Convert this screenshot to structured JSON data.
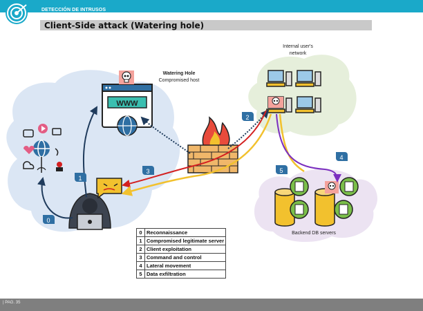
{
  "header": {
    "section": "DETECCIÓN DE INTRUSOS",
    "title": "Client-Side attack (Watering hole)"
  },
  "diagram": {
    "watering_hole_title": "Watering Hole",
    "watering_hole_subtitle": "Compromised host",
    "network_label_line1": "Internal user's",
    "network_label_line2": "network",
    "db_label": "Backend DB servers",
    "website_text": "WWW",
    "step_badges": [
      "0",
      "1",
      "2",
      "3",
      "4",
      "5"
    ]
  },
  "legend": [
    {
      "num": "0",
      "label": "Reconnaissance"
    },
    {
      "num": "1",
      "label": "Compromised legitimate server"
    },
    {
      "num": "2",
      "label": "Client exploitation"
    },
    {
      "num": "3",
      "label": "Command and control"
    },
    {
      "num": "4",
      "label": "Lateral movement"
    },
    {
      "num": "5",
      "label": "Data exfiltration"
    }
  ],
  "footer": {
    "page": "| PAG.  35"
  },
  "colors": {
    "header": "#1aa9c9",
    "badge": "#2f6fa3",
    "c2_red": "#d32020",
    "exfil_yellow": "#f2c12e",
    "lateral_purple": "#7b2fbf",
    "cloud_blue": "#dbe6f4",
    "cloud_green": "#e6efdb",
    "cloud_purple": "#ece3f2"
  }
}
